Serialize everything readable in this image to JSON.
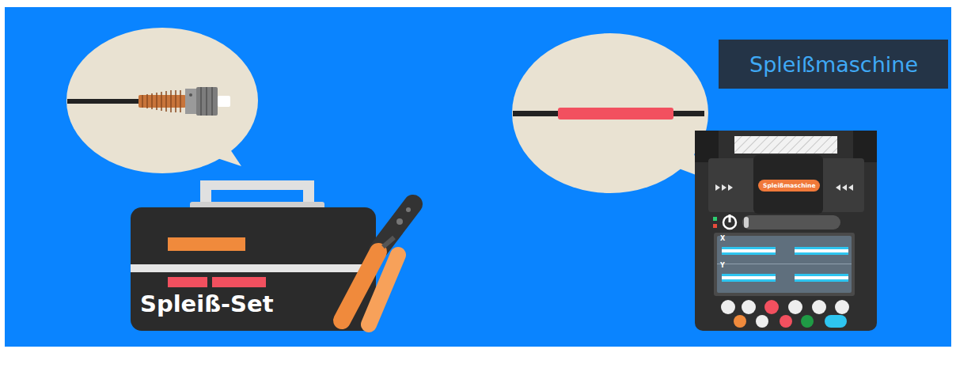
{
  "diagram": {
    "nodes": [
      {
        "text": [
          "Spleiß-Set"
        ]
      },
      {
        "text": [
          "Spleißmaschine"
        ]
      },
      {
        "text": [
          "Spleißmaschine"
        ]
      },
      {
        "text": [
          "X",
          "Y"
        ]
      }
    ]
  }
}
